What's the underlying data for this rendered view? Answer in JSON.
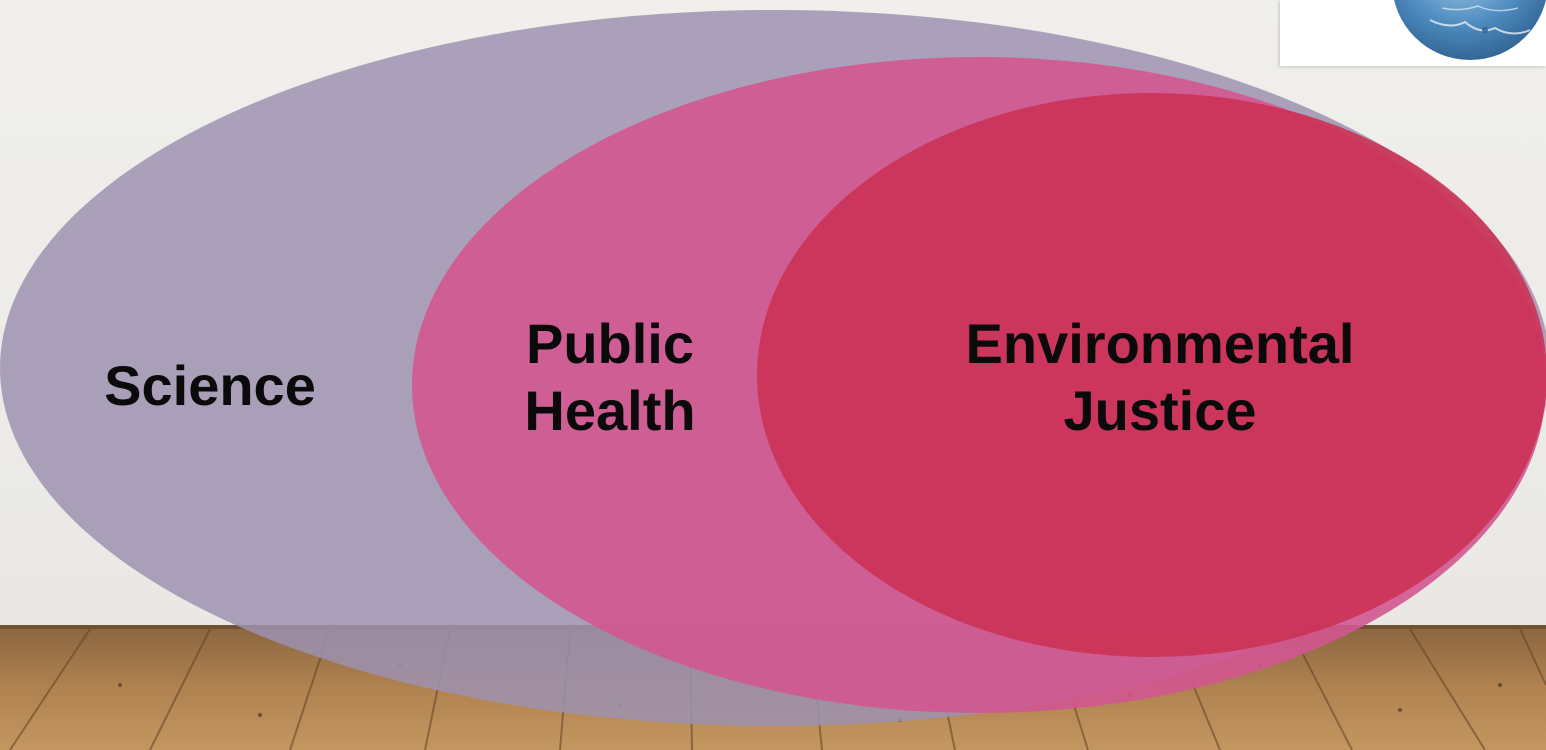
{
  "diagram": {
    "type": "nested-venn",
    "circles": [
      {
        "id": "science",
        "label": "Science",
        "color": "#9d92b0"
      },
      {
        "id": "public-health",
        "label_lines": [
          "Public",
          "Health"
        ],
        "color": "#d25790"
      },
      {
        "id": "environmental-justice",
        "label_lines": [
          "Environmental",
          "Justice"
        ],
        "color": "#cc3255"
      }
    ]
  },
  "colors": {
    "wall": "#ecebe8",
    "floor": "#a97a4a",
    "logo_globe": "#4f8cc0"
  },
  "logo": {
    "icon": "globe-icon"
  }
}
